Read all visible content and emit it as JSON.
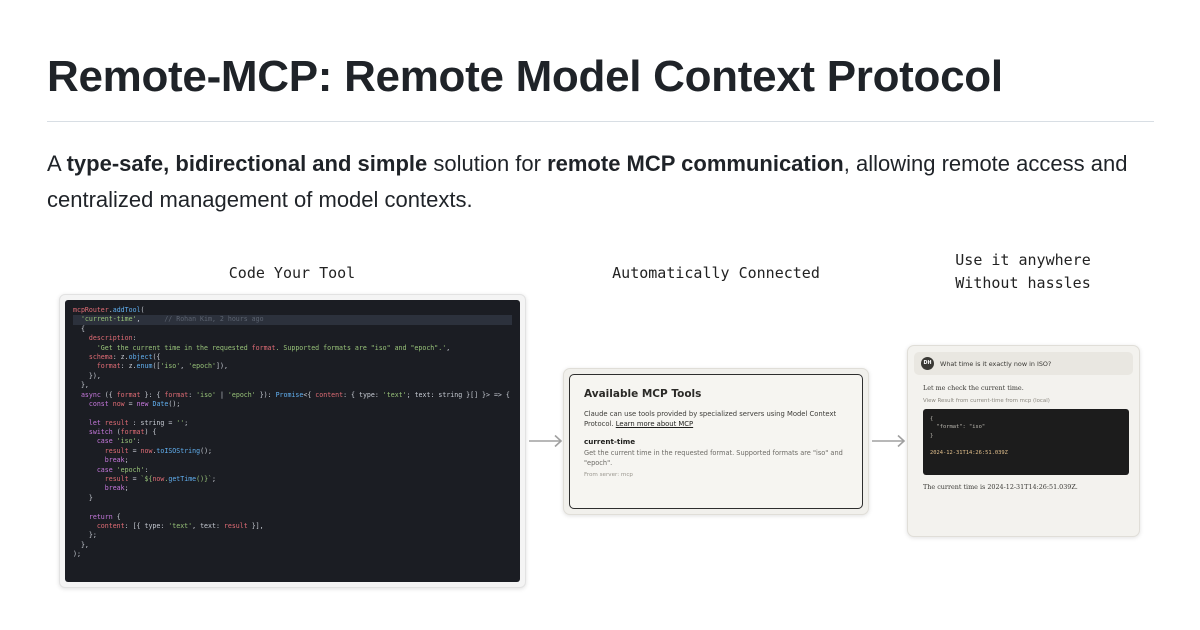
{
  "page": {
    "title": "Remote-MCP: Remote Model Context Protocol",
    "intro": {
      "p1": "A ",
      "b1": "type-safe, bidirectional and simple",
      "p2": " solution for ",
      "b2": "remote MCP communication",
      "p3": ", allowing remote access and centralized management of model contexts."
    }
  },
  "steps": [
    {
      "caption": "Code Your Tool"
    },
    {
      "caption": "Automatically Connected"
    },
    {
      "caption_line1": "Use it anywhere",
      "caption_line2": "Without hassles"
    }
  ],
  "code_panel": {
    "lines": [
      "mcpRouter.addTool(",
      "  'current-time',      // Rohan Kim, 2 hours ago",
      "  {",
      "    description:",
      "      'Get the current time in the requested format. Supported formats are \"iso\" and \"epoch\".',",
      "    schema: z.object({",
      "      format: z.enum(['iso', 'epoch']),",
      "    }),",
      "  },",
      "  async ({ format }: { format: 'iso' | 'epoch' }): Promise<{ content: { type: 'text'; text: string }[] }> => {",
      "    const now = new Date();",
      "",
      "    let result : string = '';",
      "    switch (format) {",
      "      case 'iso':",
      "        result = now.toISOString();",
      "        break;",
      "      case 'epoch':",
      "        result = `${now.getTime()}`;",
      "        break;",
      "    }",
      "",
      "    return {",
      "      content: [{ type: 'text', text: result }],",
      "    };",
      "  },",
      ");"
    ]
  },
  "tools_panel": {
    "title": "Available MCP Tools",
    "description": "Claude can use tools provided by specialized servers using Model Context Protocol.",
    "learn_more": "Learn more about MCP",
    "tool_name": "current-time",
    "tool_description": "Get the current time in the requested format. Supported formats are \"iso\" and \"epoch\".",
    "tool_server": "From server: mcp"
  },
  "chat_panel": {
    "avatar": "DH",
    "question": "What time is it exactly now in ISO?",
    "reply": "Let me check the current time.",
    "result_label": "View Result from current-time from mcp (local)",
    "result_code": [
      "{",
      "  \"format\": \"iso\"",
      "}",
      "",
      "2024-12-31T14:26:51.039Z"
    ],
    "final": "The current time is 2024-12-31T14:26:51.039Z."
  },
  "colors": {
    "text": "#1f2328",
    "rule": "#d8dee4",
    "code_bg": "#1b1d23",
    "arrow": "#a0a0a0"
  }
}
